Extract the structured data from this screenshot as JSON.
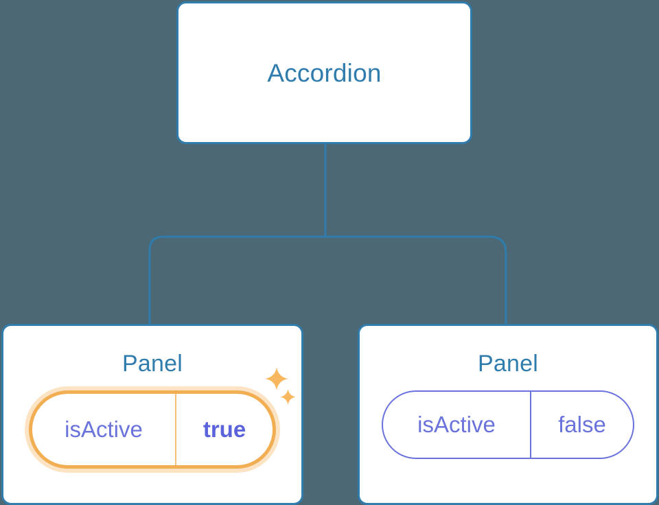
{
  "diagram": {
    "type": "component-tree",
    "background_color": "#4b6874",
    "accent_color": "#2f7cad",
    "prop_color": "#6a72db",
    "highlight_color": "#f2ae52",
    "root": {
      "title": "Accordion"
    },
    "children": [
      {
        "title": "Panel",
        "prop": {
          "key": "isActive",
          "value": "true"
        },
        "highlighted": true,
        "sparkle_icons": [
          "sparkle-large-icon",
          "sparkle-small-icon"
        ]
      },
      {
        "title": "Panel",
        "prop": {
          "key": "isActive",
          "value": "false"
        },
        "highlighted": false
      }
    ]
  }
}
